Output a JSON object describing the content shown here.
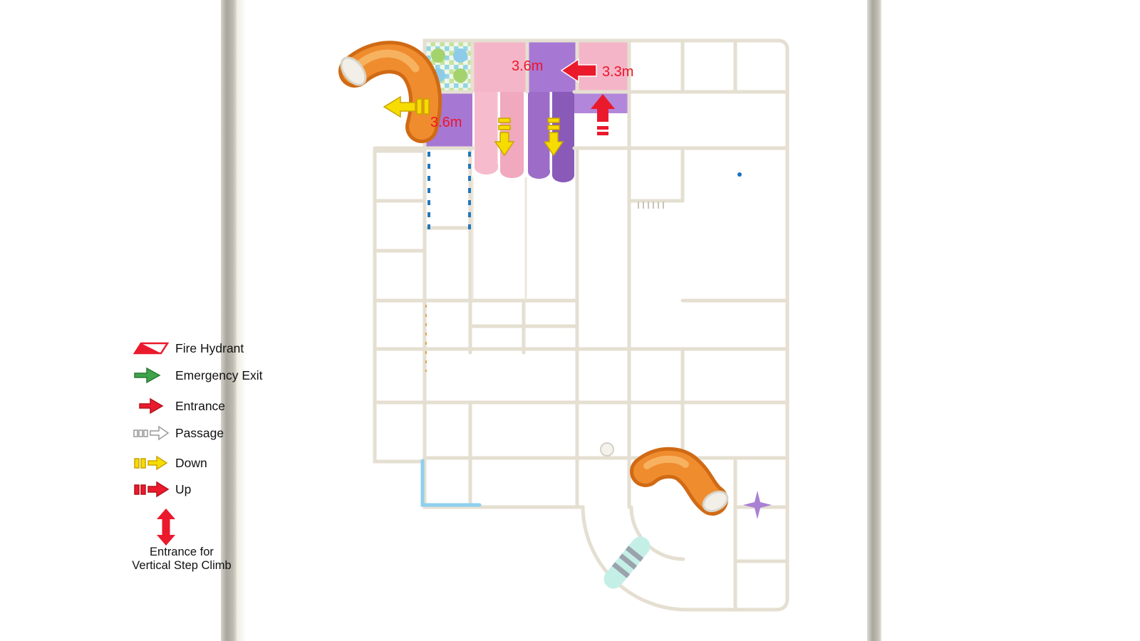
{
  "legend": {
    "items": [
      {
        "label": "Fire Hydrant"
      },
      {
        "label": "Emergency Exit"
      },
      {
        "label": "Entrance"
      },
      {
        "label": "Passage"
      },
      {
        "label": "Down"
      },
      {
        "label": "Up"
      },
      {
        "label_line1": "Entrance for",
        "label_line2": "Vertical Step Climb"
      }
    ]
  },
  "plan": {
    "labels": [
      {
        "text": "3.6m"
      },
      {
        "text": "3.3m"
      },
      {
        "text": "3.6m"
      }
    ]
  },
  "colors": {
    "red": "#ea1a2c",
    "green": "#3fa34a",
    "yellow": "#f6dc00",
    "pink": "#f5b5c8",
    "purple": "#a777d4",
    "orange": "#ef8c2e",
    "frame": "#e5dfd2",
    "blue_dash": "#2277bb",
    "light_blue": "#8ecfee",
    "cyan_tube": "#c4efe7"
  }
}
